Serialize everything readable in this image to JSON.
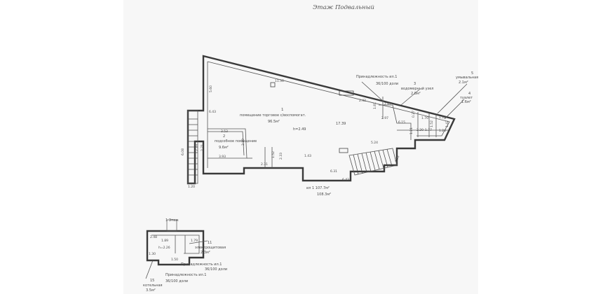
{
  "header": {
    "floor_title": "Этаж Подвальный"
  },
  "rooms": {
    "r1": {
      "number": "1",
      "name": "помещение торговое с/воспомогат.",
      "area": "96.5м²"
    },
    "r2": {
      "number": "2",
      "name": "подсобное помещение",
      "area": "9.6м²"
    },
    "r3": {
      "number": "3",
      "name": "водомерный узел",
      "area": "2.8м²"
    },
    "r4": {
      "number": "4",
      "name": "туалет",
      "area": "1.6м²"
    },
    "r5": {
      "number": "5",
      "name": "умывальная",
      "area": "2.1м²"
    },
    "r11": {
      "number": "11",
      "name": "электрощитовая",
      "area": "2.3м²"
    },
    "r15": {
      "number": "15",
      "name": "котельная",
      "area": "3.5м²"
    }
  },
  "ownership": {
    "top": {
      "label": "Принадлежность ил.1",
      "share": "36/100 доли"
    },
    "bottom": {
      "label": "Принадлежность ил.1",
      "share": "36/100 доли"
    },
    "bottom2": {
      "label": "Принадлежность ил.1",
      "share": "36/100 доли"
    }
  },
  "totals": {
    "line1": "ил 1 107.7м²",
    "line2": "108.3м²"
  },
  "heights": {
    "main": "h=2.49",
    "inset": "h=2.26"
  },
  "dimensions": {
    "top_wall": "11.50",
    "left_wall": "5.60",
    "main_mid": "17.39",
    "d_643": "6.43",
    "d_353": "3.53",
    "d_393": "3.93",
    "d_231": "2.31",
    "d_152": "1.52",
    "d_233": "2.33",
    "d_271": "2.71",
    "d_219": "2.19",
    "d_242": "2.42",
    "d_262": "2.62",
    "d_297": "2.97",
    "d_181": "1.81",
    "d_524": "5.24",
    "d_631": "6.31",
    "d_643b": "6.43",
    "d_152b": "1.52",
    "d_615": "6.15",
    "d_220": "2.20",
    "d_177": "1.77",
    "d_170": "1.70",
    "d_114": "1.14",
    "d_124": "1.24",
    "d_152c": "1.52",
    "d_142": "1.42",
    "d_027": "0.27",
    "d_121": "1.21",
    "d_143": "1.43",
    "d_120": "1.20",
    "d_608": "6.08",
    "d_219b": "2.19",
    "inset_248": "2.48",
    "inset_189": "1.89",
    "inset_179": "1.79",
    "inset_130": "1.30",
    "inset_150": "1.50"
  },
  "inset": {
    "title": "1 Этаж"
  }
}
